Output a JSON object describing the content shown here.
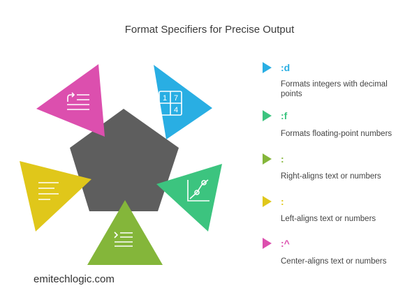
{
  "title": "Format Specifiers for Precise Output",
  "footer": "emitechlogic.com",
  "center_color": "#5e5e5e",
  "segments": [
    {
      "code": ":d",
      "description": "Formats integers with decimal points",
      "color": "#29aee3",
      "icon": "number-grid-icon",
      "icon_text": [
        "1",
        "7",
        "4"
      ]
    },
    {
      "code": ":f",
      "description": "Formats floating-point numbers",
      "color": "#3cc47f",
      "icon": "line-chart-icon"
    },
    {
      "code": ":",
      "description": "Right-aligns text or numbers",
      "color": "#84b63a",
      "icon": "right-align-icon"
    },
    {
      "code": ":",
      "description": "Left-aligns text or numbers",
      "color": "#e0c71a",
      "icon": "left-align-icon"
    },
    {
      "code": ":^",
      "description": "Center-aligns text or numbers",
      "color": "#dc4fae",
      "icon": "share-list-icon"
    }
  ]
}
